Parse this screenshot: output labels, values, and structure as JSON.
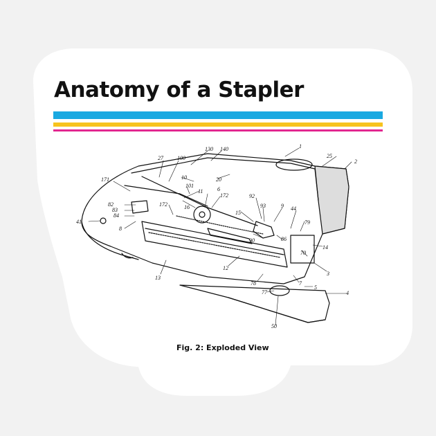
{
  "title": "Anatomy of a Stapler",
  "caption": "Fig. 2: Exploded View",
  "colors": {
    "background": "#f2f2f2",
    "sticker": "#ffffff",
    "stripe_cyan": "#1aa9e1",
    "stripe_yellow": "#f7c31f",
    "stripe_magenta": "#e2268f",
    "ink": "#111111"
  },
  "part_labels": [
    "1",
    "2",
    "25",
    "130",
    "140",
    "27",
    "100",
    "171",
    "10",
    "20",
    "101",
    "11",
    "6",
    "172",
    "82",
    "83",
    "84",
    "172",
    "16",
    "92",
    "93",
    "9",
    "44",
    "15",
    "79",
    "8",
    "41",
    "86",
    "90",
    "14",
    "12",
    "70",
    "3",
    "13",
    "78",
    "7",
    "5",
    "4",
    "77",
    "50"
  ]
}
